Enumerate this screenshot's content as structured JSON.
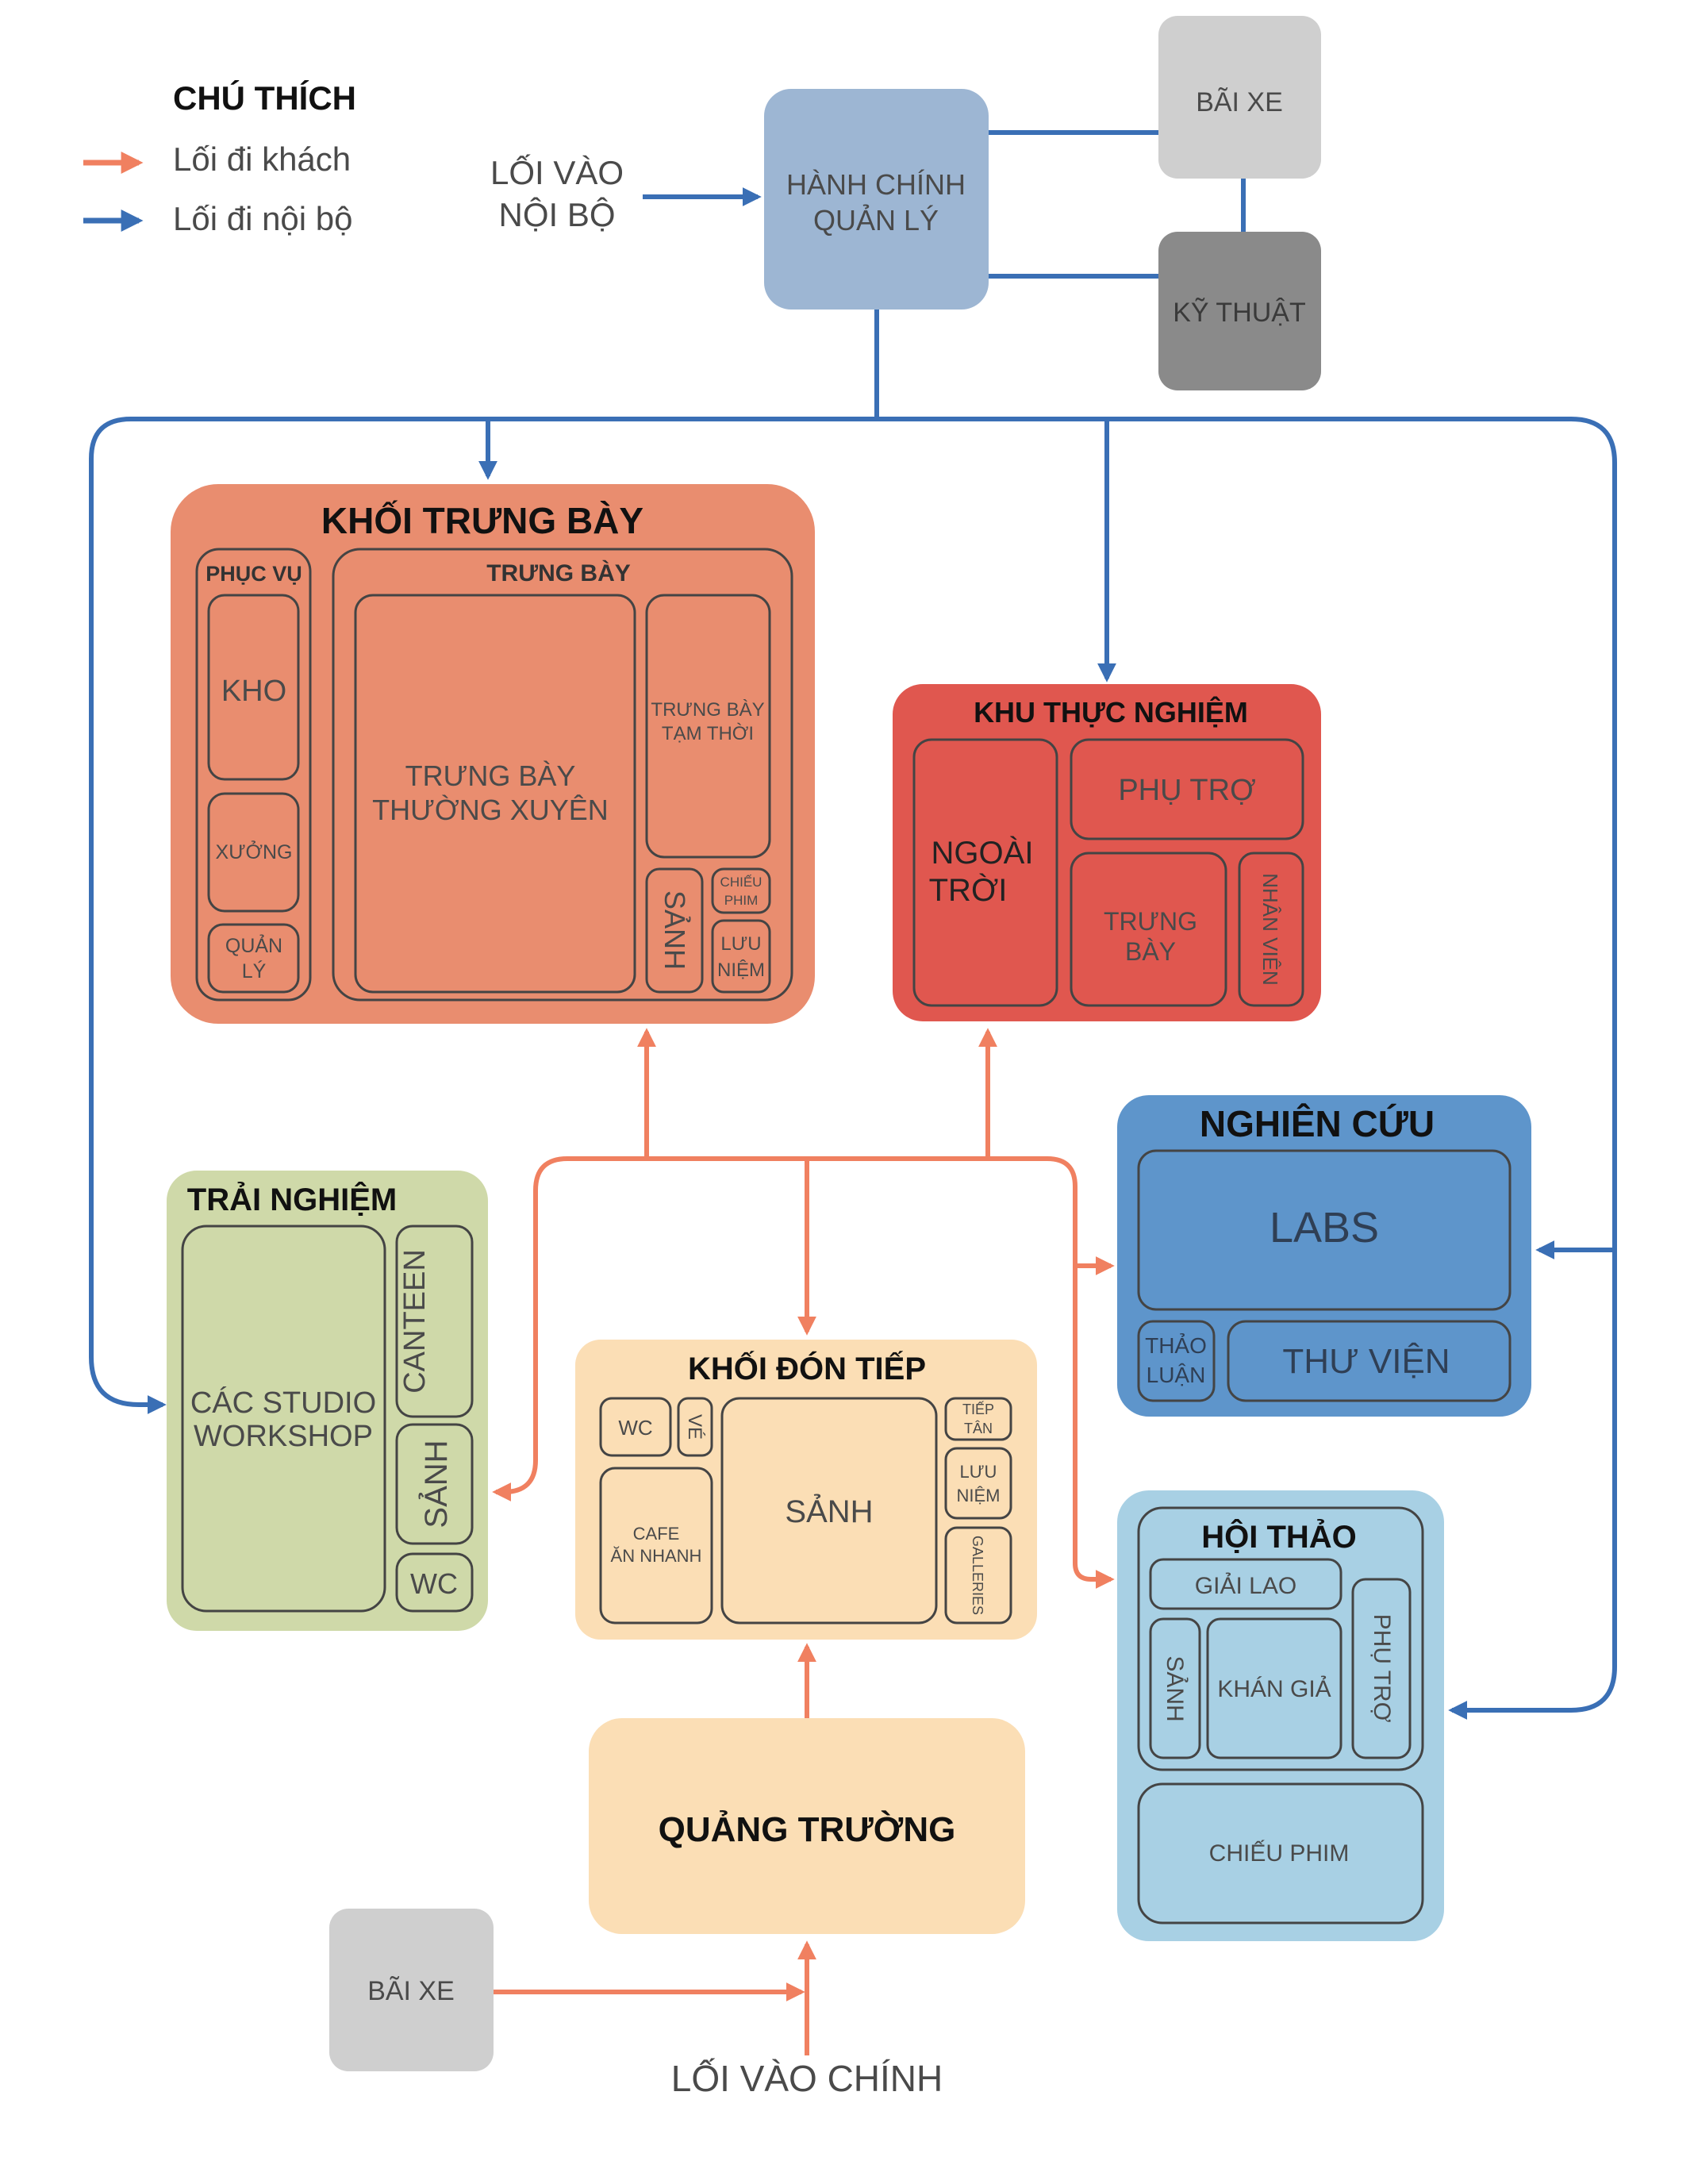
{
  "legend": {
    "title": "CHÚ THÍCH",
    "guest_path": "Lối đi khách",
    "internal_path": "Lối đi nội bộ",
    "guest_color": "#f08060",
    "internal_color": "#3a6fb5"
  },
  "entrances": {
    "internal_line1": "LỐI VÀO",
    "internal_line2": "NỘI BỘ",
    "main": "LỐI VÀO CHÍNH"
  },
  "admin": {
    "label_line1": "HÀNH CHÍNH",
    "label_line2": "QUẢN LÝ",
    "color": "#9db6d3",
    "parking": "BÃI XE",
    "technical": "KỸ THUẬT"
  },
  "exhibition": {
    "title": "KHỐI TRƯNG BÀY",
    "color": "#e98d6f",
    "service": {
      "title": "PHỤC VỤ",
      "storage": "KHO",
      "workshop": "XƯỞNG",
      "mgmt_line1": "QUẢN",
      "mgmt_line2": "LÝ"
    },
    "display": {
      "title": "TRƯNG BÀY",
      "permanent_line1": "TRƯNG BÀY",
      "permanent_line2": "THƯỜNG XUYÊN",
      "temporary_line1": "TRƯNG BÀY",
      "temporary_line2": "TẠM THỜI",
      "lobby": "SẢNH",
      "cinema_line1": "CHIẾU",
      "cinema_line2": "PHIM",
      "souvenir_line1": "LƯU",
      "souvenir_line2": "NIỆM"
    }
  },
  "experimental": {
    "title": "KHU THỰC NGHIỆM",
    "color": "#e0574f",
    "outdoor_line1": "NGOÀI",
    "outdoor_line2": "TRỜI",
    "support": "PHỤ TRỢ",
    "display_line1": "TRƯNG",
    "display_line2": "BÀY",
    "staff": "NHÂN VIÊN"
  },
  "research": {
    "title": "NGHIÊN CỨU",
    "color": "#5e95cb",
    "labs": "LABS",
    "discussion_line1": "THẢO",
    "discussion_line2": "LUẬN",
    "library": "THƯ VIỆN"
  },
  "experience": {
    "title": "TRẢI NGHIỆM",
    "color": "#cfd9a9",
    "studio_line1": "CÁC STUDIO",
    "studio_line2": "WORKSHOP",
    "canteen": "CANTEEN",
    "lobby": "SẢNH",
    "wc": "WC"
  },
  "reception": {
    "title": "KHỐI ĐÓN TIẾP",
    "color": "#fbdeb5",
    "wc": "WC",
    "ticket": "VÉ",
    "cafe_line1": "CAFE",
    "cafe_line2": "ĂN NHANH",
    "lobby": "SẢNH",
    "front_desk_line1": "TIẾP",
    "front_desk_line2": "TÂN",
    "souvenir_line1": "LƯU",
    "souvenir_line2": "NIỆM",
    "galleries": "GALLERIES"
  },
  "seminar": {
    "title": "HỘI THẢO",
    "color": "#a8d0e4",
    "break": "GIẢI LAO",
    "lobby": "SẢNH",
    "audience": "KHÁN GIẢ",
    "support": "PHỤ TRỢ",
    "cinema": "CHIẾU PHIM"
  },
  "plaza": {
    "title": "QUẢNG TRƯỜNG",
    "color": "#fbdeb5",
    "parking": "BÃI XE"
  }
}
